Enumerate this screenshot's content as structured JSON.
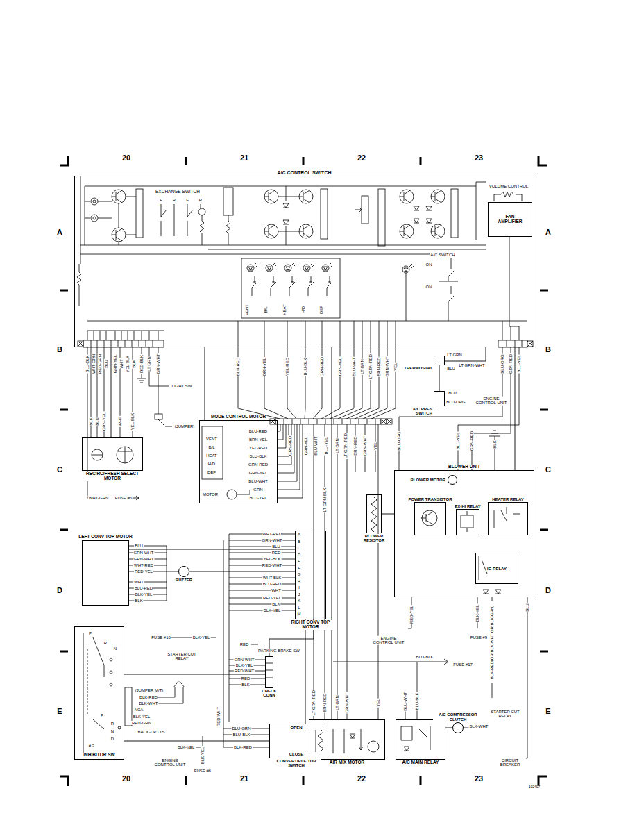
{
  "diagram": {
    "nodes": [
      {
        "text": [
          "A/C CONTROL SWITCH"
        ]
      },
      {
        "text": [
          "FAN AMPLIFIER"
        ],
        "in": 0
      },
      {
        "text": [
          "MODE CONTROL MOTOR"
        ]
      },
      {
        "text": [
          "RECIRC/FRESH SELECT MOTOR"
        ]
      },
      {
        "text": [
          "THERMOSTAT"
        ]
      },
      {
        "text": [
          "A/C PRES SWITCH"
        ]
      },
      {
        "text": [
          "BLOWER UNIT"
        ]
      },
      {
        "text": [
          "BLOWER MOTOR"
        ],
        "in": 6
      },
      {
        "text": [
          "POWER TRANSISTOR"
        ],
        "in": 6
      },
      {
        "text": [
          "EX-HI RELAY"
        ],
        "in": 6
      },
      {
        "text": [
          "HEATER RELAY"
        ],
        "in": 6
      },
      {
        "text": [
          "BLOWER RESISTOR"
        ]
      },
      {
        "text": [
          "IG RELAY"
        ],
        "in": 6
      },
      {
        "text": [
          "LEFT CONV TOP MOTOR"
        ]
      },
      {
        "text": [
          "RIGHT CONV TOP MOTOR"
        ]
      },
      {
        "text": [
          "BUZZER"
        ]
      },
      {
        "text": [
          "INHIBITOR SW"
        ]
      },
      {
        "text": [
          "CHECK CONN"
        ]
      },
      {
        "text": [
          "OPEN",
          "CLOSE",
          "CONVERTIBLE TOP SWITCH"
        ]
      },
      {
        "text": [
          "AIR MIX MOTOR"
        ]
      },
      {
        "text": [
          "A/C MAIN RELAY"
        ]
      },
      {
        "text": [
          "A/C COMPRESSOR CLUTCH"
        ]
      }
    ],
    "edges": [
      {
        "from": 0,
        "to": 3,
        "arrow": "none"
      },
      {
        "from": 0,
        "to": 2,
        "arrow": "none"
      },
      {
        "from": 0,
        "to": 19,
        "arrow": "none"
      },
      {
        "from": 0,
        "to": 6,
        "arrow": "none"
      },
      {
        "from": 0,
        "to": 4,
        "arrow": "none"
      },
      {
        "from": 4,
        "to": 5,
        "arrow": "none"
      },
      {
        "from": 13,
        "to": 14,
        "arrow": "none"
      },
      {
        "from": 15,
        "to": 14,
        "arrow": "none"
      },
      {
        "from": 18,
        "to": 14,
        "arrow": "none"
      },
      {
        "from": 17,
        "to": 14,
        "arrow": "none"
      },
      {
        "from": 6,
        "to": 11,
        "arrow": "none"
      },
      {
        "from": 20,
        "to": 21,
        "arrow": "none"
      },
      {
        "from": 16,
        "to": 17,
        "arrow": "none"
      },
      {
        "from": 16,
        "to": 18,
        "arrow": "none"
      }
    ],
    "labels": [
      "20",
      "21",
      "22",
      "23",
      "20",
      "21",
      "22",
      "23",
      "A",
      "A",
      "B",
      "B",
      "C",
      "C",
      "D",
      "D",
      "E",
      "E",
      "EXCHANGE SWITCH",
      "F",
      "R",
      "F",
      "R",
      "VENT",
      "B/L",
      "HEAT",
      "H/D",
      "DEF",
      "VOLUME CONTROL",
      "A/C SWITCH",
      "ON",
      "ON",
      "BLU-BLK",
      "WHT-GRN",
      "RED-GRN",
      "BLU",
      "GRN-YEL",
      "WHT",
      "YEL-BLK",
      "BLK",
      "RED-BLK",
      "LT GRN",
      "GRN-WHT",
      "BLU-RED",
      "BRN-YEL",
      "YEL-RED",
      "BLU-BLK",
      "GRN-RED",
      "GRN-YEL",
      "BLU-WHT",
      "LT GRN",
      "LT GRN-RED",
      "BRN-RED",
      "GRN-WHT",
      "YEL",
      "BLU-ORG",
      "GRN-RED",
      "BLU-YEL",
      "BLK",
      "BLU",
      "GRN-YEL",
      "WHT",
      "YEL-BLK",
      "LIGHT SW",
      "(JUMPER)",
      "LT GRN",
      "BLU",
      "LT GRN-WHT",
      "BLU",
      "BLU-ORG",
      "ENGINE CONTROL UNIT",
      "VENT",
      "B/L",
      "HEAT",
      "H/D",
      "DEF",
      "MOTOR",
      "BLU-RED",
      "BRN-YEL",
      "YEL-RED",
      "BLU-BLK",
      "GRN-RED",
      "GRN-YEL",
      "BLU-WHT",
      "GRN",
      "BLU-YEL",
      "GRN-RED",
      "GRN-YEL",
      "BLU-WHT",
      "BLU-YEL",
      "LT GRN",
      "LT GRN-RED",
      "BRN-RED",
      "GRN-WHT",
      "YEL",
      "WHT-GRN",
      "FUSE #6",
      "BLU-ORG",
      "BLU-YEL",
      "GRN-RED",
      "BLK",
      "RED-YEL",
      "BLK-YEL",
      "BLK-RED(OR BLK-WHT OR BLK-GRN)",
      "BLU",
      "FUSE #9",
      "ENGINE CONTROL UNIT",
      "BLU-BLK",
      "FUSE #17",
      "STARTER CUT RELAY",
      "CIRCUIT BREAKER",
      "BLU",
      "GRN-WHT",
      "GRN-WHT",
      "WHT-RED",
      "RED-YEL",
      "WHT",
      "BLU-RED",
      "BLK-YEL",
      "BLK",
      "A",
      "B",
      "C",
      "D",
      "E",
      "F",
      "G",
      "H",
      "I",
      "J",
      "K",
      "L",
      "M",
      "WHT-RED",
      "GRN-WHT",
      "BLU",
      "RED",
      "YEL-BLK",
      "RED-WHT",
      "WHT-BLK",
      "BLU-RED",
      "WHT",
      "RED-YEL",
      "BLK",
      "BLK-YEL",
      "P",
      "R",
      "N",
      "P",
      "R",
      "N",
      "D",
      "# 2",
      "(JUMPER M/T)",
      "BLK-RED",
      "BLK-WHT",
      "NCA",
      "BLK-YEL",
      "RED-GRN",
      "BACK-UP LTS",
      "FUSE #16",
      "BLK-YEL",
      "STARTER CUT RELAY",
      "RED",
      "PARKING BRAKE SW",
      "GRN-WHT",
      "BLK-YEL",
      "RED-WHT",
      "RED",
      "BLK",
      "BLU-GRN",
      "BLU-BLK",
      "BLK-RED",
      "RED-WHT",
      "BLK-YEL",
      "ENGINE CONTROL UNIT",
      "BLK-YEL",
      "FUSE #6",
      "LT GRN-RED",
      "BRN-RED",
      "LT GRN",
      "GRN-WHT",
      "YEL",
      "LT GRN-BLK",
      "BLU-WHT",
      "BLU-BLK",
      "BLK-WHT",
      "102407"
    ]
  }
}
